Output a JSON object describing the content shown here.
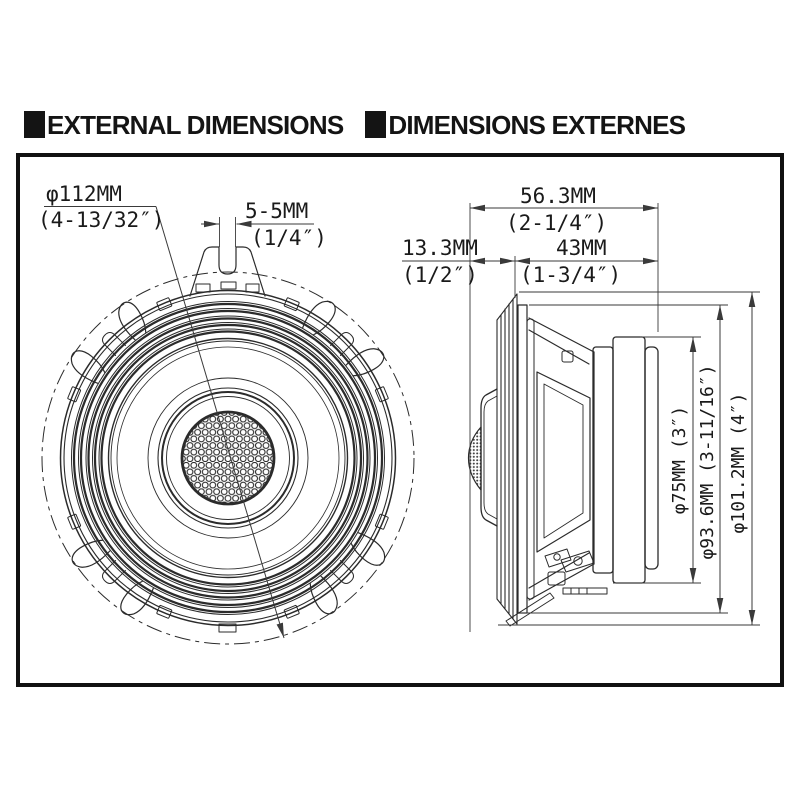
{
  "header": {
    "section_marker_icon": "black-square",
    "title_en": "EXTERNAL DIMENSIONS",
    "title_fr": "DIMENSIONS EXTERNES"
  },
  "front_view": {
    "overall_diameter_mm": "φ112MM",
    "overall_diameter_in": "(4-13/32″)",
    "tab_slot_mm": "5-5MM",
    "tab_slot_in": "(1/4″)"
  },
  "side_view": {
    "overall_depth_mm": "56.3MM",
    "overall_depth_in": "(2-1/4″)",
    "protrusion_mm": "13.3MM",
    "protrusion_in": "(1/2″)",
    "mounting_depth_mm": "43MM",
    "mounting_depth_in": "(1-3/4″)",
    "magnet_diameter": "φ75MM (3″)",
    "rear_frame_diameter": "φ93.6MM (3-11/16″)",
    "overall_frame_diameter": "φ101.2MM (4″)"
  },
  "colors": {
    "ink": "#141414",
    "line_art": "#2b2b2b",
    "dimension_lines": "#3a3a3a",
    "background": "#ffffff"
  }
}
